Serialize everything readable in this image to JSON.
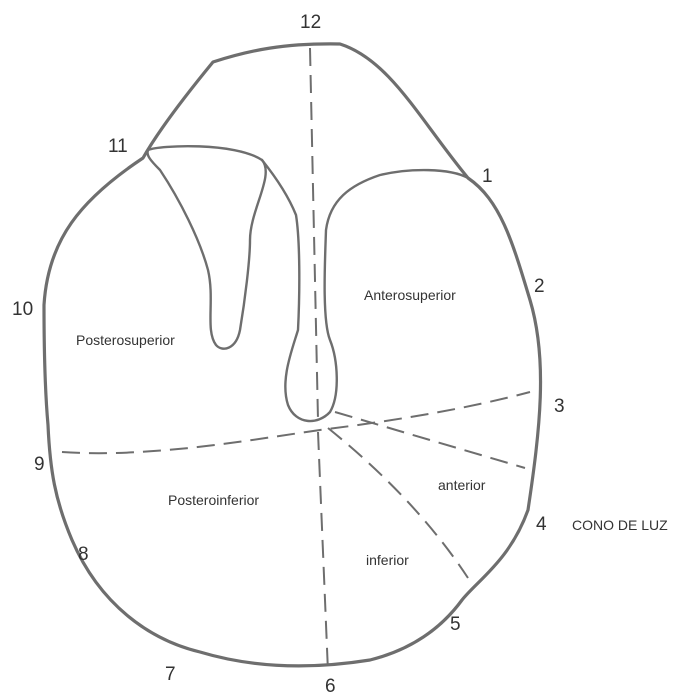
{
  "clock_positions": {
    "p1": "1",
    "p2": "2",
    "p3": "3",
    "p4": "4",
    "p5": "5",
    "p6": "6",
    "p7": "7",
    "p8": "8",
    "p9": "9",
    "p10": "10",
    "p11": "11",
    "p12": "12"
  },
  "regions": {
    "anterosuperior": "Anterosuperior",
    "posterosuperior": "Posterosuperior",
    "posteroinferior": "Posteroinferior",
    "anterior": "anterior",
    "inferior": "inferior"
  },
  "light_cone_label": "CONO DE LUZ",
  "colors": {
    "stroke": "#6e6e6e",
    "text": "#333333",
    "background": "#ffffff"
  }
}
